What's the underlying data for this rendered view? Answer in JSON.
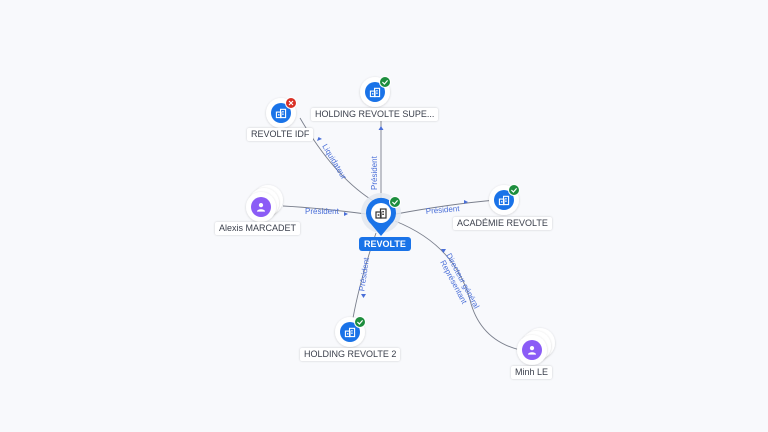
{
  "colors": {
    "company": "#1a73e8",
    "person": "#8b5cf6",
    "active": "#1e8e3e",
    "inactive": "#d93025",
    "edge": "#7a7f8c",
    "edge_label": "#4a6fd8"
  },
  "center": {
    "name": "REVOLTE",
    "type": "company",
    "status": "active",
    "icon": "building-icon"
  },
  "nodes": [
    {
      "id": "holding-sup",
      "name": "HOLDING REVOLTE SUPE...",
      "type": "company",
      "status": "active",
      "icon": "building-icon"
    },
    {
      "id": "revolte-idf",
      "name": "REVOLTE IDF",
      "type": "company",
      "status": "inactive",
      "icon": "building-icon"
    },
    {
      "id": "alexis",
      "name": "Alexis MARCADET",
      "type": "person",
      "status": "",
      "icon": "person-icon"
    },
    {
      "id": "academie",
      "name": "ACADÉMIE REVOLTE",
      "type": "company",
      "status": "active",
      "icon": "building-icon"
    },
    {
      "id": "holding-2",
      "name": "HOLDING REVOLTE 2",
      "type": "company",
      "status": "active",
      "icon": "building-icon"
    },
    {
      "id": "minh",
      "name": "Minh LE",
      "type": "person",
      "status": "",
      "icon": "person-icon"
    }
  ],
  "edges": [
    {
      "id": "e-holding-sup",
      "label": "Président"
    },
    {
      "id": "e-revolte-idf",
      "label": "Liquidateur"
    },
    {
      "id": "e-alexis",
      "label": "Président"
    },
    {
      "id": "e-academie",
      "label": "Président"
    },
    {
      "id": "e-holding-2",
      "label": "Président"
    },
    {
      "id": "e-minh-1",
      "label": "Directeur général"
    },
    {
      "id": "e-minh-2",
      "label": "Représentant"
    }
  ]
}
